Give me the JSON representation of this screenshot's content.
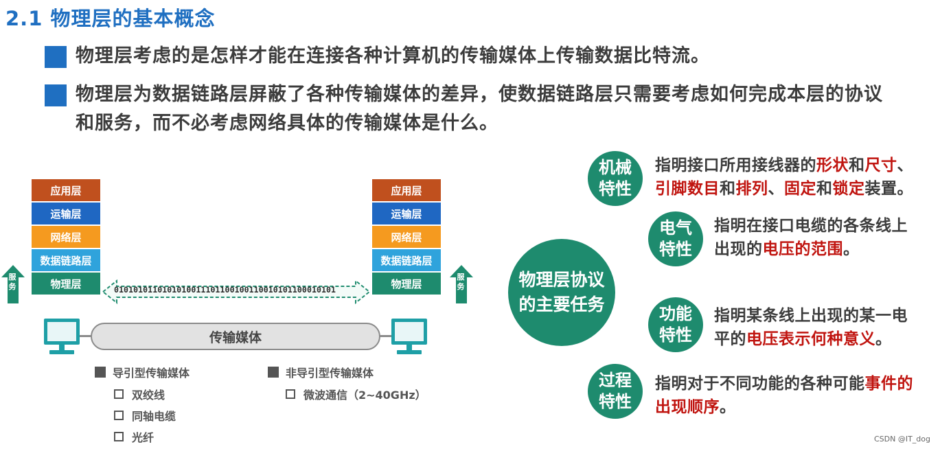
{
  "title": "2.1 物理层的基本概念",
  "bullets": [
    "物理层考虑的是怎样才能在连接各种计算机的传输媒体上传输数据比特流。",
    "物理层为数据链路层屏蔽了各种传输媒体的差异，使数据链路层只需要考虑如何完成本层的协议",
    "和服务，而不必考虑网络具体的传输媒体是什么。"
  ],
  "stack": {
    "layers": [
      "应用层",
      "运输层",
      "网络层",
      "数据链路层",
      "物理层"
    ],
    "colors": [
      "#c0501e",
      "#1f67c2",
      "#f59a1f",
      "#2fa3dc",
      "#1e8b6e"
    ],
    "service_label": "服务",
    "bitstream": "0101010110101010011101100100110010101100010101",
    "medium": "传输媒体"
  },
  "media": {
    "guided": {
      "label": "导引型传输媒体",
      "items": [
        "双绞线",
        "同轴电缆",
        "光纤"
      ]
    },
    "unguided": {
      "label": "非导引型传输媒体",
      "items": [
        "微波通信（2~40GHz）"
      ]
    }
  },
  "center": "物理层协议的主要任务",
  "center_lines": [
    "物理层协议",
    "的主要任务"
  ],
  "features": [
    {
      "name_lines": [
        "机械",
        "特性"
      ],
      "line1": [
        {
          "t": "指明接口所用接线器的",
          "r": false
        },
        {
          "t": "形状",
          "r": true
        },
        {
          "t": "和",
          "r": false
        },
        {
          "t": "尺寸",
          "r": true
        },
        {
          "t": "、",
          "r": false
        }
      ],
      "line2": [
        {
          "t": "引脚数目",
          "r": true
        },
        {
          "t": "和",
          "r": false
        },
        {
          "t": "排列",
          "r": true
        },
        {
          "t": "、",
          "r": false
        },
        {
          "t": "固定",
          "r": true
        },
        {
          "t": "和",
          "r": false
        },
        {
          "t": "锁定",
          "r": true
        },
        {
          "t": "装置。",
          "r": false
        }
      ]
    },
    {
      "name_lines": [
        "电气",
        "特性"
      ],
      "line1": [
        {
          "t": "指明在接口电缆的各条线上",
          "r": false
        }
      ],
      "line2": [
        {
          "t": "出现的",
          "r": false
        },
        {
          "t": "电压的范围",
          "r": true
        },
        {
          "t": "。",
          "r": false
        }
      ]
    },
    {
      "name_lines": [
        "功能",
        "特性"
      ],
      "line1": [
        {
          "t": "指明某条线上出现的某一电",
          "r": false
        }
      ],
      "line2": [
        {
          "t": "平的",
          "r": false
        },
        {
          "t": "电压表示何种意义",
          "r": true
        },
        {
          "t": "。",
          "r": false
        }
      ]
    },
    {
      "name_lines": [
        "过程",
        "特性"
      ],
      "line1": [
        {
          "t": "指明对于不同功能的各种可能",
          "r": false
        },
        {
          "t": "事件的",
          "r": true
        }
      ],
      "line2": [
        {
          "t": "出现顺序",
          "r": true
        },
        {
          "t": "。",
          "r": false
        }
      ]
    }
  ],
  "watermark": "CSDN @IT_dog"
}
